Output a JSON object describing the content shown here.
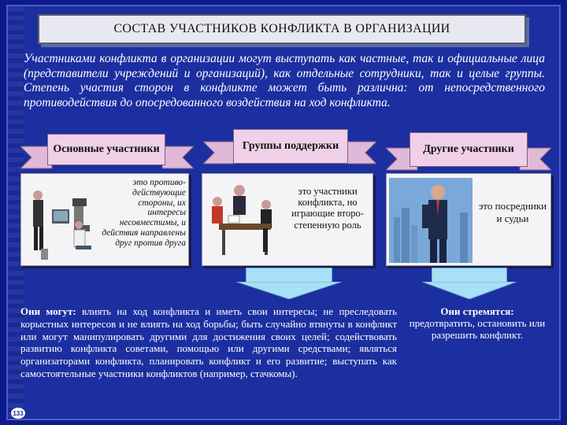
{
  "title": "СОСТАВ УЧАСТНИКОВ КОНФЛИКТА В ОРГАНИЗАЦИИ",
  "intro": "Участниками конфликта в организации могут выступать как частные, так и официальные лица (представители учреждений и организаций), как отдельные сотрудники, так и целые группы. Степень участия сторон в конфликте может быть различна: от непосредственного противодействия до опосредованного воздействия на ход конфликта.",
  "categories": [
    {
      "label": "Основные участники",
      "description": "это противо-действующие стороны, их интересы несовместимы, и действия направлены друг против друга"
    },
    {
      "label": "Группы поддержки",
      "description": "это участники конфликта, но играющие второ-степенную роль"
    },
    {
      "label": "Другие участники",
      "description": "это посредники и судьи"
    }
  ],
  "bottom_left": {
    "lead": "Они могут:",
    "text": " влиять на ход конфликта и иметь свои интересы; не преследовать корыстных интересов и не влиять на ход борьбы; быть случайно втянуты в конфликт или могут манипулировать другими для достижения своих целей; содействовать развитию конфликта советами, помощью или другими средствами; являться организаторами конфликта, планировать конфликт и его развитие; выступать как самостоятельные участники конфликтов (например, стачкомы)."
  },
  "bottom_right": {
    "lead": "Они стремятся:",
    "text": "предотвратить, остановить или разрешить конфликт."
  },
  "page_number": "133",
  "colors": {
    "background": "#1c2fa0",
    "ribbon": "#f0d0e8",
    "arrow": "#a8e0f8"
  }
}
